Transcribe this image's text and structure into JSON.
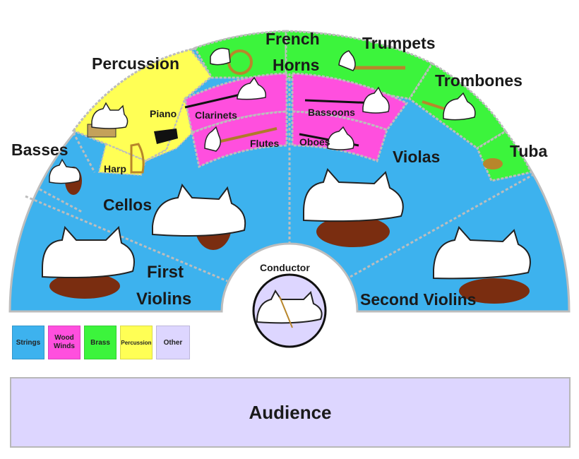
{
  "colors": {
    "strings": "#3db2ee",
    "woodwinds": "#ff4fde",
    "brass": "#3cf43c",
    "percussion": "#ffff55",
    "other": "#ddd6ff",
    "border": "#bdbdbd"
  },
  "sections": {
    "first_violins_1": "First",
    "first_violins_2": "Violins",
    "second_violins": "Second Violins",
    "cellos": "Cellos",
    "violas": "Violas",
    "basses": "Basses",
    "percussion": "Percussion",
    "harp": "Harp",
    "piano": "Piano",
    "clarinets": "Clarinets",
    "flutes": "Flutes",
    "bassoons": "Bassoons",
    "oboes": "Oboes",
    "french_horns_1": "French",
    "french_horns_2": "Horns",
    "trumpets": "Trumpets",
    "trombones": "Trombones",
    "tuba": "Tuba",
    "conductor": "Conductor"
  },
  "legend": {
    "strings": "Strings",
    "woodwinds_1": "Wood",
    "woodwinds_2": "Winds",
    "brass": "Brass",
    "percussion": "Percussion",
    "other": "Other"
  },
  "audience": "Audience"
}
